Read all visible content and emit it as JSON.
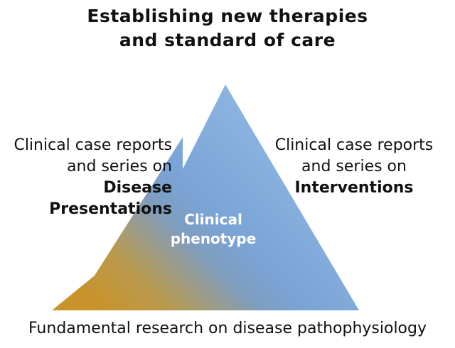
{
  "title": {
    "line1": "Establishing new therapies",
    "line2": "and standard of care"
  },
  "left_label": {
    "line1": "Clinical case reports",
    "line2": "and series on",
    "line3": "Disease",
    "line4": "Presentations"
  },
  "right_label": {
    "line1": "Clinical case reports",
    "line2": "and series on",
    "line3": "Interventions"
  },
  "center_label": {
    "line1": "Clinical",
    "line2": "phenotype"
  },
  "bottom_label": "Fundamental research on disease pathophysiology",
  "colors": {
    "blue": "#7ea8d8",
    "gold": "#c9922a"
  }
}
